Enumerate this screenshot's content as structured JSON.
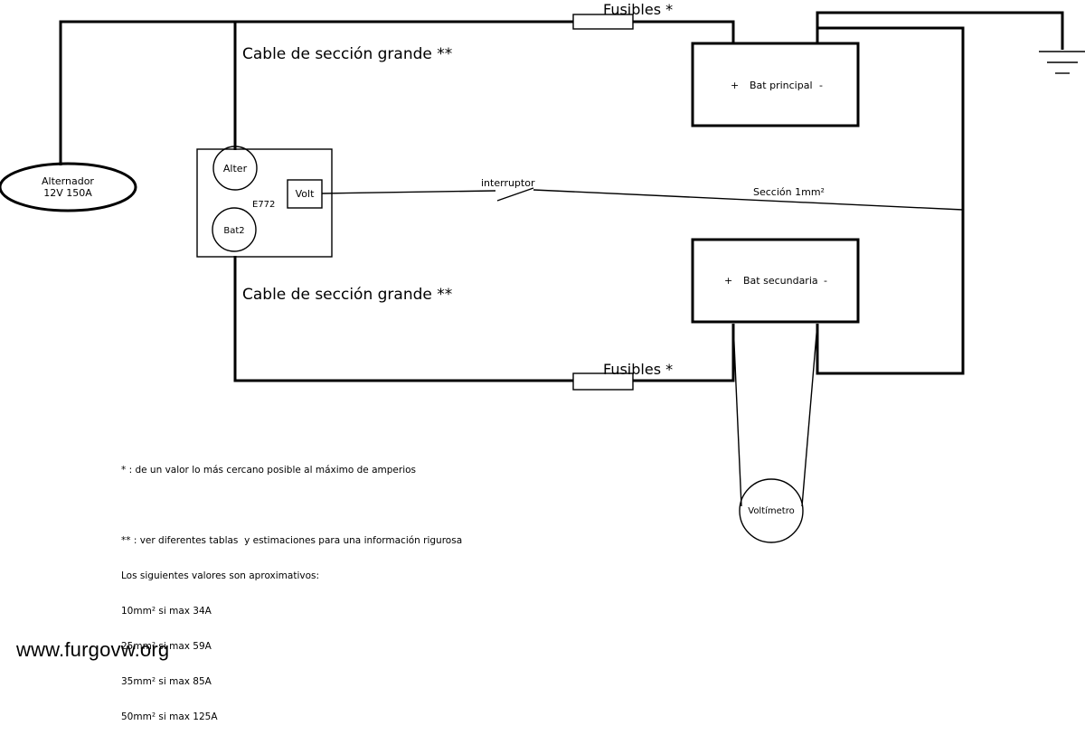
{
  "labels": {
    "fuse_top": "Fusibles *",
    "fuse_bottom": "Fusibles *",
    "cable_top": "Cable de sección grande **",
    "cable_bottom": "Cable de sección grande **",
    "alternator_line1": "Alternador",
    "alternator_line2": "12V 150A",
    "alter": "Alter",
    "bat2": "Bat2",
    "module": "E772",
    "volt": "Volt",
    "switch": "interruptor",
    "section": "Sección 1mm²",
    "bat_main_plus": "+",
    "bat_main": "Bat principal",
    "bat_main_minus": "-",
    "bat_sec_plus": "+",
    "bat_sec": "Bat secundaria",
    "bat_sec_minus": "-",
    "voltmeter": "Voltímetro"
  },
  "notes": {
    "note1": "* : de un valor lo más cercano posible al máximo de amperios",
    "note2": "** : ver diferentes tablas  y estimaciones para una información rigurosa",
    "note3": "Los siguientes valores son aproximativos:",
    "row1": "10mm² si max 34A",
    "row2": "25mm² si max 59A",
    "row3": "35mm² si max 85A",
    "row4": "50mm² si max 125A"
  },
  "watermark": "www.furgovw.org"
}
